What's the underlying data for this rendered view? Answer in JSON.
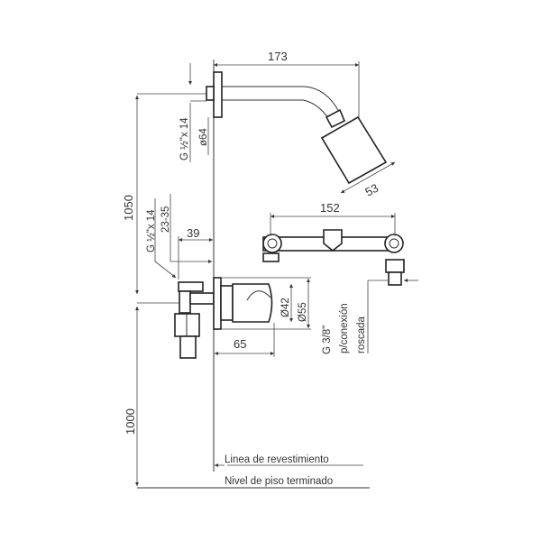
{
  "drawing": {
    "dimensions": {
      "arm_reach": "173",
      "head_size": "53",
      "inlet_spacing": "152",
      "wall_offset": "39",
      "height_shower": "1050",
      "height_valve": "1000",
      "handle_depth": "65",
      "diameter_inner": "Ø42",
      "diameter_outer": "Ø55",
      "flange_diameter": "ø64",
      "range": "23-35"
    },
    "labels": {
      "thread_top": "G ½\"x 14",
      "thread_left": "G ½\"x 14",
      "outlet_thread": "G 3/8\"",
      "outlet_conn": "p/conexión",
      "outlet_type": "roscada",
      "wall_line": "Linea de revestimiento",
      "floor_line": "Nivel de piso terminado"
    }
  }
}
